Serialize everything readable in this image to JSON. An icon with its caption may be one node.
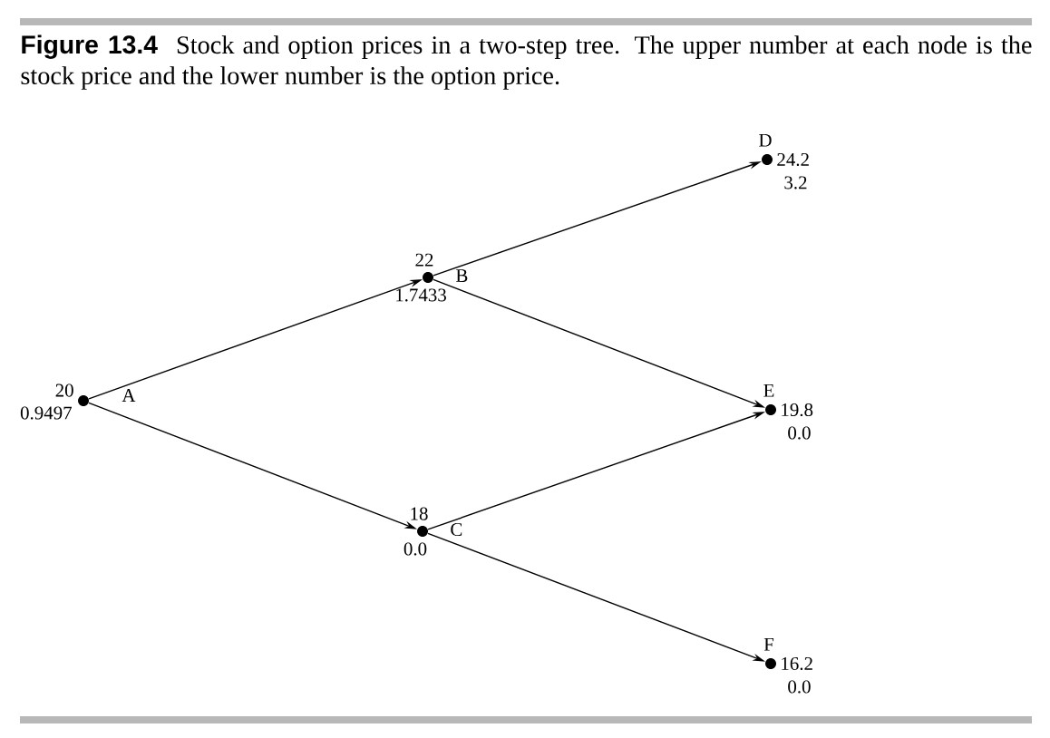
{
  "diagram": {
    "title": "Figure 13.4",
    "caption": "Stock and option prices in a two-step tree. The upper number at each node is the stock price and the lower number is the option price.",
    "nodes": [
      {
        "text": [],
        "shape": "circle",
        "beside": [
          "A",
          "20",
          "0.9497"
        ]
      },
      {
        "text": [],
        "shape": "circle",
        "beside": [
          "B",
          "22",
          "1.7433"
        ]
      },
      {
        "text": [],
        "shape": "circle",
        "beside": [
          "C",
          "18",
          "0.0"
        ]
      },
      {
        "text": [],
        "shape": "circle",
        "beside": [
          "D",
          "24.2",
          "3.2"
        ]
      },
      {
        "text": [],
        "shape": "circle",
        "beside": [
          "E",
          "19.8",
          "0.0"
        ]
      },
      {
        "text": [],
        "shape": "circle",
        "beside": [
          "F",
          "16.2",
          "0.0"
        ]
      }
    ],
    "edges": [
      {
        "from": 0,
        "to": 1,
        "arrow": "to"
      },
      {
        "from": 0,
        "to": 2,
        "arrow": "to"
      },
      {
        "from": 1,
        "to": 3,
        "arrow": "to"
      },
      {
        "from": 1,
        "to": 4,
        "arrow": "to"
      },
      {
        "from": 2,
        "to": 4,
        "arrow": "to"
      },
      {
        "from": 2,
        "to": 5,
        "arrow": "to"
      }
    ]
  }
}
